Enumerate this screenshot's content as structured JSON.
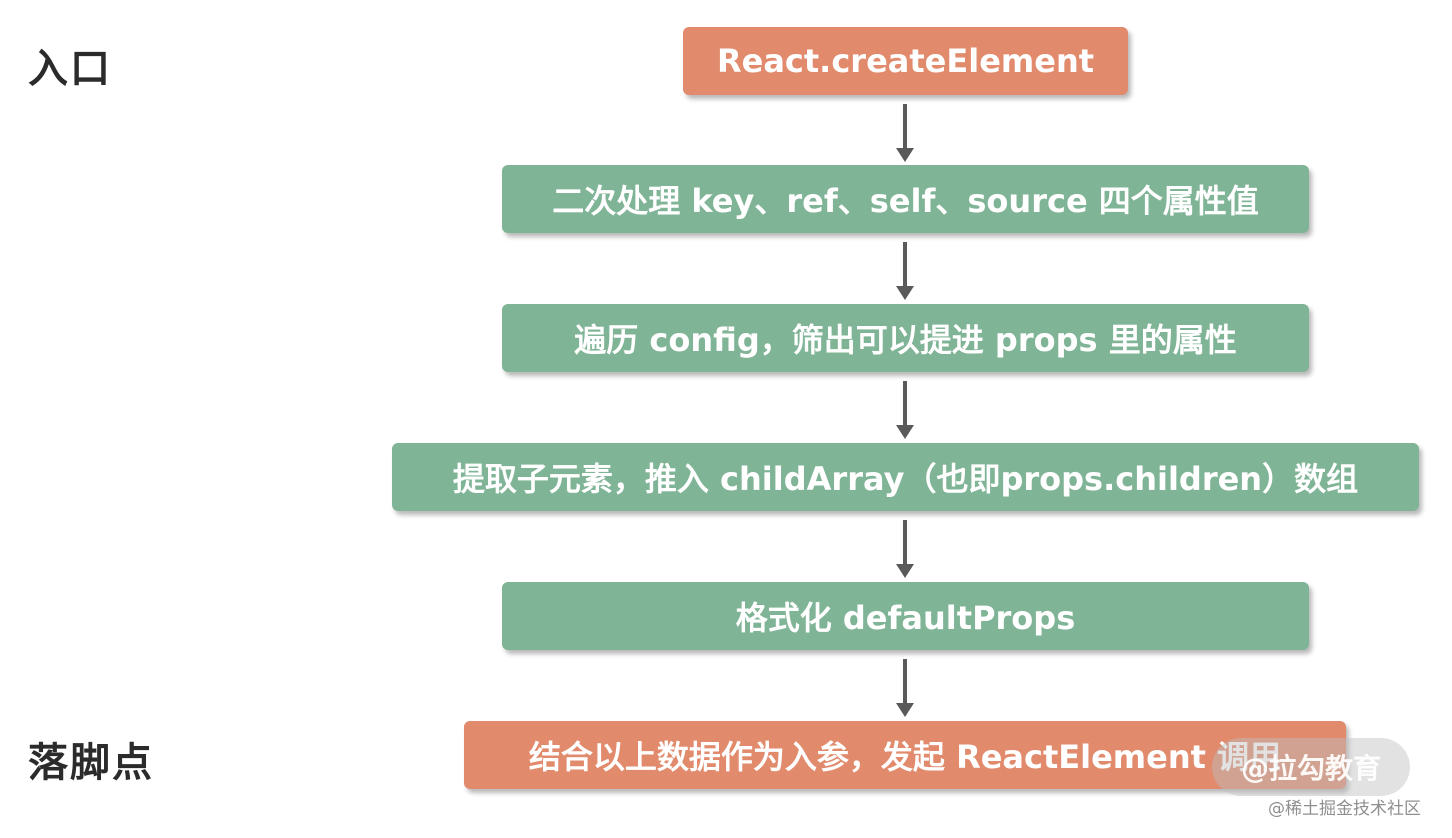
{
  "labels": {
    "entry": "入口",
    "landing": "落脚点"
  },
  "flow": {
    "steps": [
      {
        "text": "React.createElement",
        "kind": "terminal"
      },
      {
        "text": "二次处理 key、ref、self、source 四个属性值",
        "kind": "process"
      },
      {
        "text": "遍历 config，筛出可以提进 props 里的属性",
        "kind": "process"
      },
      {
        "text": "提取子元素，推入 childArray（也即props.children）数组",
        "kind": "process"
      },
      {
        "text": "格式化 defaultProps",
        "kind": "process"
      },
      {
        "text": "结合以上数据作为入参，发起 ReactElement 调用",
        "kind": "terminal"
      }
    ]
  },
  "watermark": {
    "badge": "@拉勾教育",
    "site": "@稀土掘金技术社区"
  },
  "colors": {
    "terminal": "#e18a6c",
    "process": "#80b497",
    "arrow": "#5a5a5a",
    "label": "#2b2b2b"
  }
}
